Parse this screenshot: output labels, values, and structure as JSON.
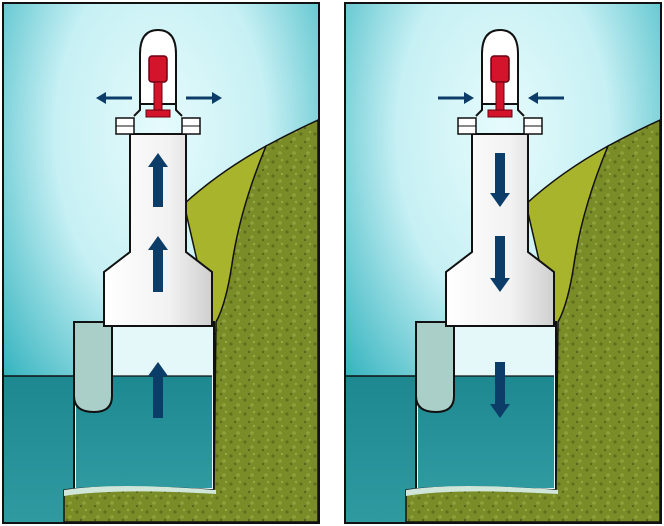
{
  "diagram": {
    "panels": [
      {
        "id": "inhale",
        "flow": "up",
        "vent_direction": "out"
      },
      {
        "id": "exhale",
        "flow": "down",
        "vent_direction": "in"
      }
    ],
    "colors": {
      "sky_top": "#1aa8b5",
      "sky_mid": "#c6f0f4",
      "water_top": "#1d8890",
      "water_bottom": "#2f9aa0",
      "chamber_air": "#e4f8f9",
      "hill_back": "#a8b42c",
      "cliff": "#7a8c28",
      "column": "#f2f2f2",
      "turbine": "#d4142a",
      "arrow": "#0c3d68",
      "outline": "#111111"
    },
    "icons": [
      "arrow-up-icon",
      "arrow-down-icon",
      "arrow-left-icon",
      "arrow-right-icon",
      "turbine-icon"
    ]
  }
}
